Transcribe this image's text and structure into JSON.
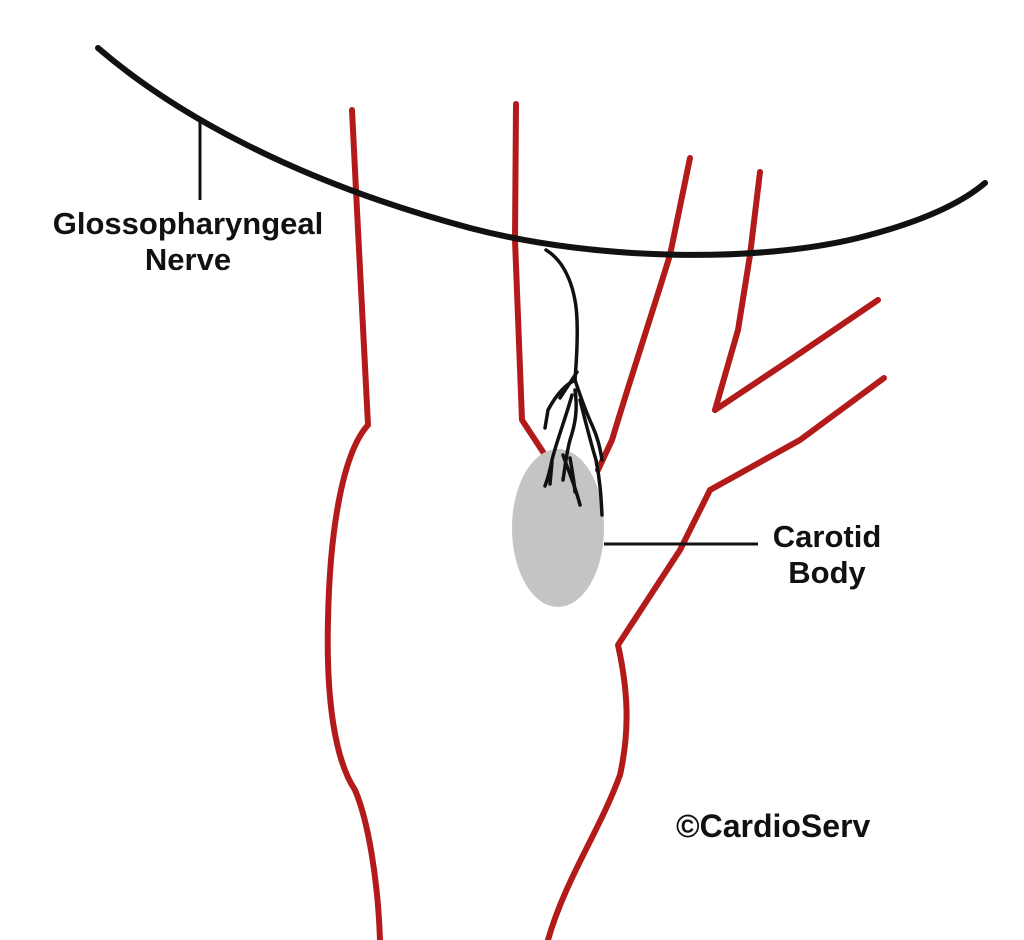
{
  "labels": {
    "glossopharyngeal_line1": "Glossopharyngeal",
    "glossopharyngeal_line2": "Nerve",
    "carotid_line1": "Carotid",
    "carotid_line2": "Body",
    "copyright": "©CardioServ"
  },
  "colors": {
    "artery": "#b31b1b",
    "nerve": "#111111",
    "carotid_body": "#c4c4c4",
    "background": "#ffffff"
  }
}
